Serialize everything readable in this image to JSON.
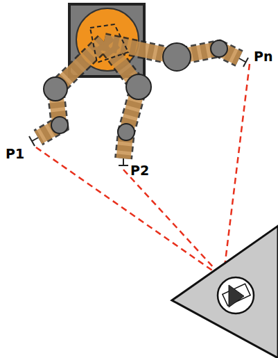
{
  "diagram": {
    "labels": [
      "P1",
      "P2",
      "Pn"
    ]
  }
}
